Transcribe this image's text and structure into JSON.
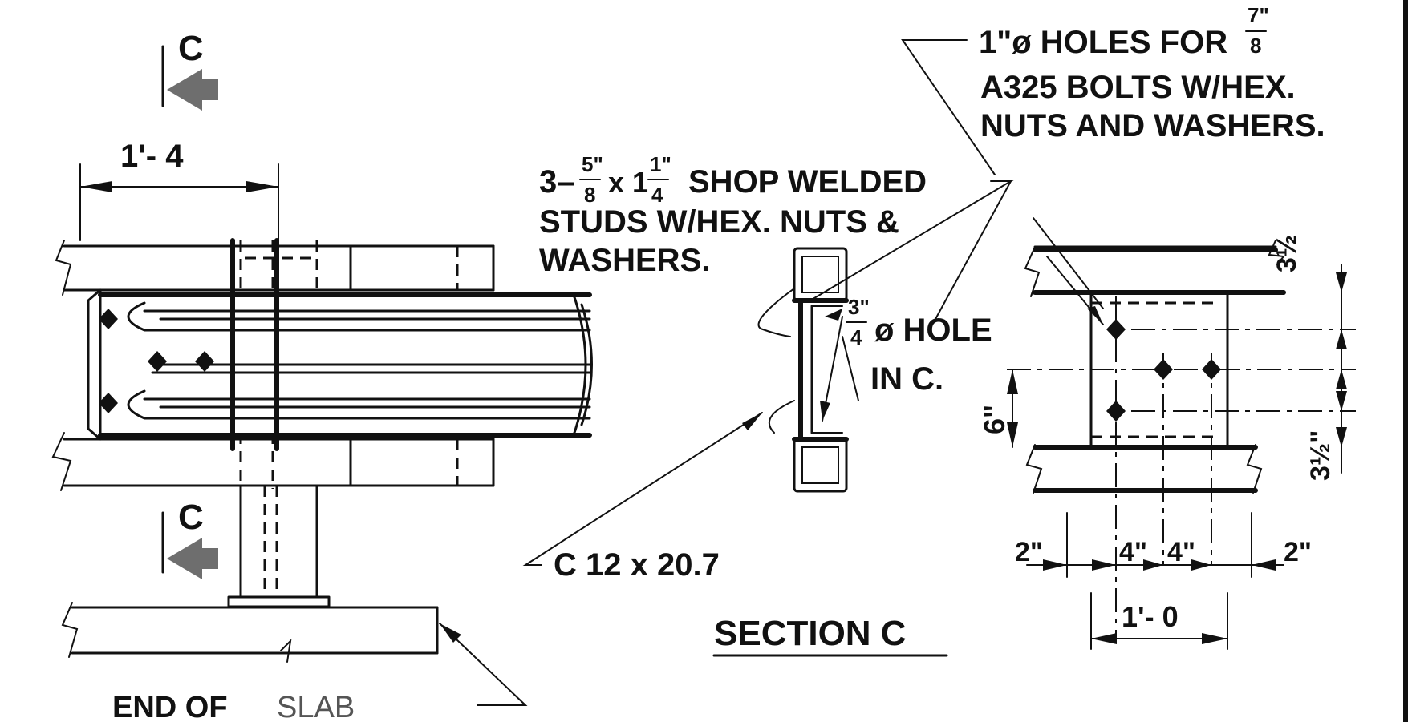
{
  "labels": {
    "section_marker_top": "C",
    "section_marker_bottom": "C",
    "dim_1_4": "1'- 4",
    "holes_line1": "1\"ø HOLES FOR",
    "holes_fraction_num": "7\"",
    "holes_fraction_den": "8",
    "holes_line2": "A325 BOLTS W/HEX.",
    "holes_line3": "NUTS AND WASHERS.",
    "studs_prefix": "3–",
    "studs_frac1_num": "5\"",
    "studs_frac1_den": "8",
    "studs_x": "x 1",
    "studs_frac2_num": "1\"",
    "studs_frac2_den": "4",
    "studs_rest": "SHOP WELDED",
    "studs_line2": "STUDS W/HEX. NUTS &",
    "studs_line3": "WASHERS.",
    "hole_frac_num": "3\"",
    "hole_frac_den": "4",
    "hole_text": "ø HOLE",
    "in_c": "IN C.",
    "channel": "C 12 x 20.7",
    "dim_6": "6\"",
    "dim_3_half_top": "3½",
    "dim_3_half_bottom": "3½\"",
    "dim_2_left": "2\"",
    "dim_4_a": "4\"",
    "dim_4_b": "4\"",
    "dim_2_right": "2\"",
    "dim_1_0": "1'- 0",
    "section_title": "SECTION C",
    "end_of": "END OF",
    "slab": "SLAB"
  }
}
